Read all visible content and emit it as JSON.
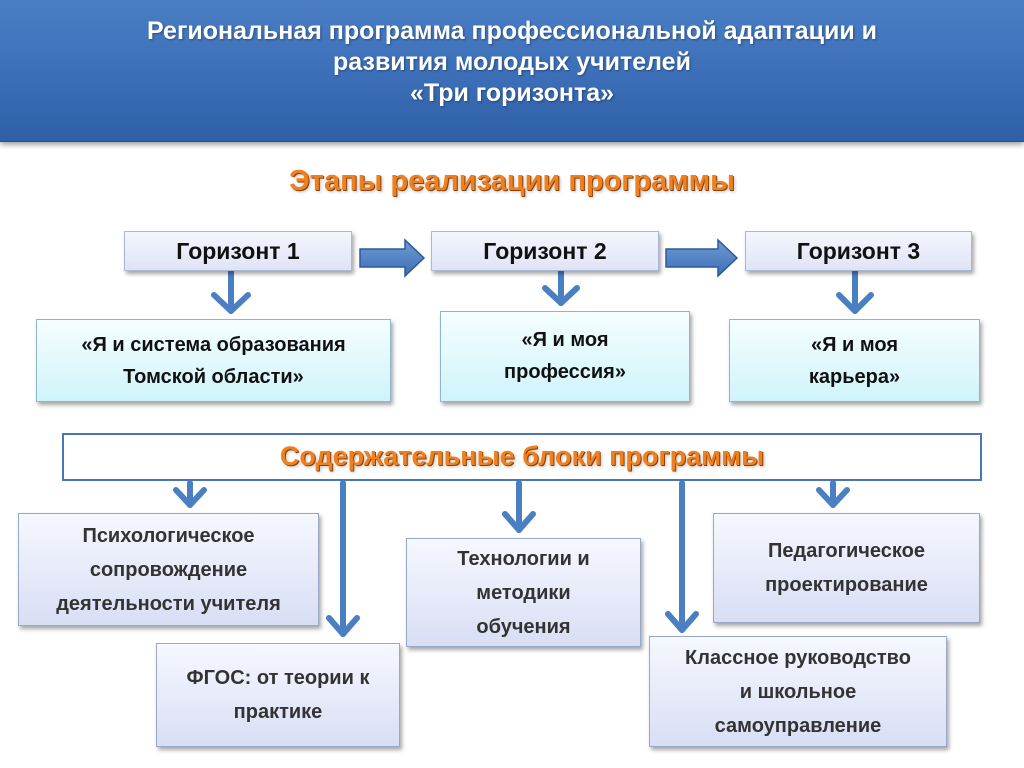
{
  "header": {
    "line1": "Региональная программа профессиональной адаптации и",
    "line2": "развития молодых учителей",
    "line3": "«Три горизонта»"
  },
  "stages_title": "Этапы реализации программы",
  "horizons": [
    {
      "label": "Горизонт 1",
      "line1": "«Я и система образования",
      "line2": "Томской области»"
    },
    {
      "label": "Горизонт 2",
      "line1": "«Я и моя",
      "line2": "профессия»"
    },
    {
      "label": "Горизонт 3",
      "line1": "«Я и моя",
      "line2": "карьера»"
    }
  ],
  "blocks_title": "Содержательные блоки программы",
  "blocks": [
    {
      "lines": [
        "Психологическое",
        "сопровождение",
        "деятельности учителя"
      ]
    },
    {
      "lines": [
        "ФГОС: от теории к",
        "практике"
      ]
    },
    {
      "lines": [
        "Технологии и",
        "методики",
        "обучения"
      ]
    },
    {
      "lines": [
        "Классное руководство",
        "и школьное",
        "самоуправление"
      ]
    },
    {
      "lines": [
        "Педагогическое",
        "проектирование"
      ]
    }
  ],
  "colors": {
    "header_bg": "#3a6db6",
    "title_orange": "#f0801e",
    "arrow": "#4a7fc1",
    "concept_bg": "#cff4fb",
    "block_bg": "#d8def4"
  }
}
